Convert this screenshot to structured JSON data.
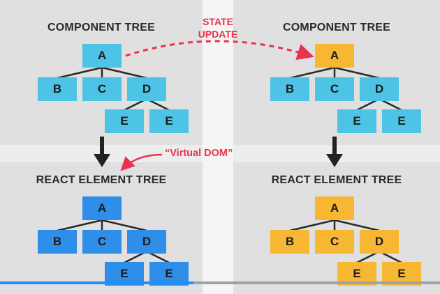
{
  "panels": {
    "top_left": {
      "title": "COMPONENT TREE"
    },
    "top_right": {
      "title": "COMPONENT TREE"
    },
    "bottom_left": {
      "title": "REACT ELEMENT TREE"
    },
    "bottom_right": {
      "title": "REACT ELEMENT TREE"
    }
  },
  "nodes": {
    "a": "A",
    "b": "B",
    "c": "C",
    "d": "D",
    "e": "E"
  },
  "annotations": {
    "state_update_line1": "STATE",
    "state_update_line2": "UPDATE",
    "virtual_dom": "“Virtual DOM”"
  },
  "colors": {
    "component_node": "#4dc3e6",
    "element_node": "#2f8ee8",
    "updated_node": "#f7b733",
    "annotation": "#e8324e",
    "arrow": "#222222"
  },
  "video_progress": 0.44
}
